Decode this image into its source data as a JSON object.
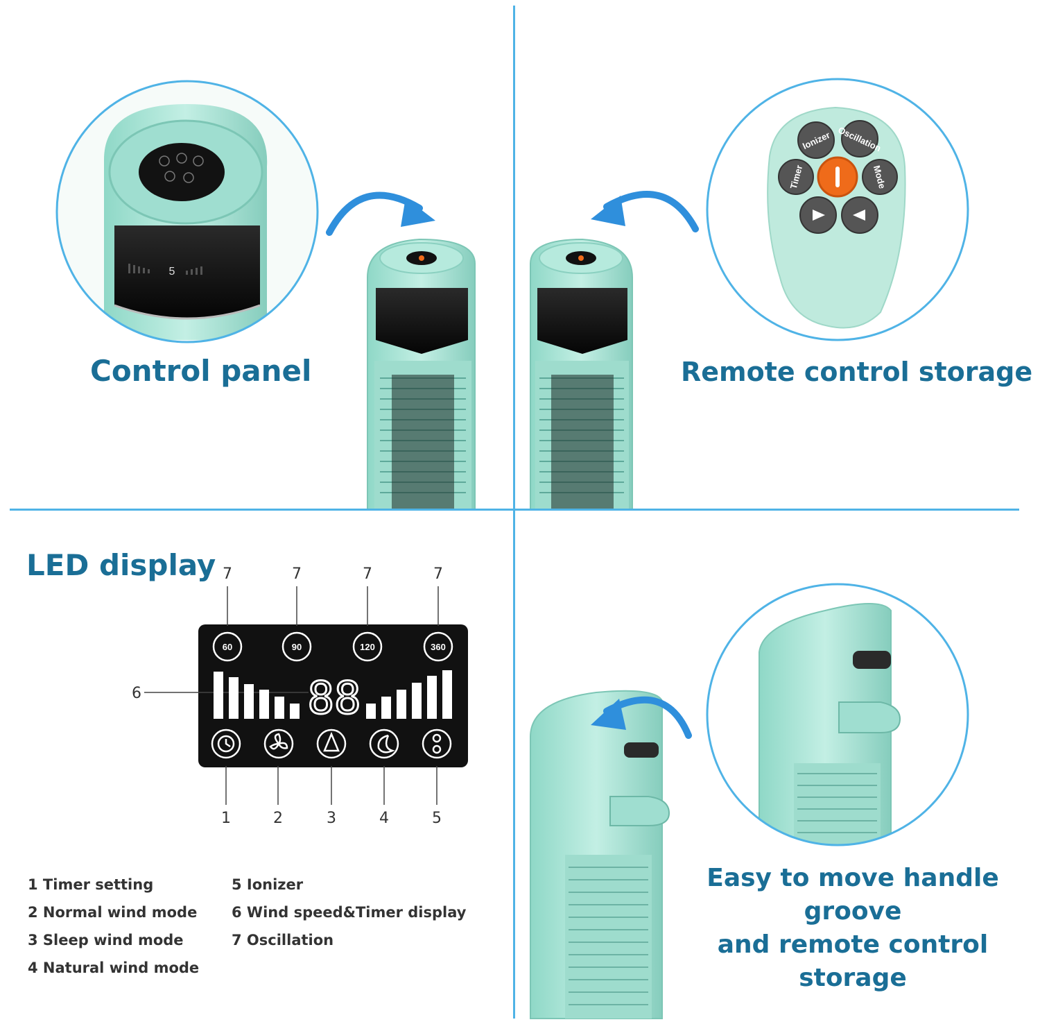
{
  "panels": {
    "control_panel": {
      "title": "Control panel",
      "display_digit": "5"
    },
    "remote_storage": {
      "title": "Remote control storage",
      "remote_buttons": {
        "ionizer": "Ionizer",
        "oscillation": "Oscillation",
        "timer": "Timer",
        "mode": "Mode"
      }
    },
    "led_display": {
      "title": "LED display",
      "badges": [
        "60",
        "90",
        "120",
        "360"
      ],
      "segment_digits": "88",
      "callouts_top": [
        "7",
        "7",
        "7",
        "7"
      ],
      "callout_side": "6",
      "callouts_bottom": [
        "1",
        "2",
        "3",
        "4",
        "5"
      ],
      "legend": [
        "1 Timer setting",
        "2 Normal wind mode",
        "3 Sleep wind mode",
        "4 Natural wind mode",
        "5 Ionizer",
        "6 Wind speed&Timer display",
        "7 Oscillation"
      ]
    },
    "handle_groove": {
      "title_line1": "Easy to move handle groove",
      "title_line2": "and remote control storage"
    }
  },
  "colors": {
    "divider": "#4fb3e6",
    "heading": "#1a6e96",
    "arrow": "#2f8fdc",
    "fan_body": "#a8e2d4",
    "power_button": "#ef6b1a"
  },
  "icons": [
    "clock-icon",
    "fan-icon",
    "sleep-icon",
    "moon-icon",
    "ionizer-icon",
    "curved-arrow-icon"
  ]
}
